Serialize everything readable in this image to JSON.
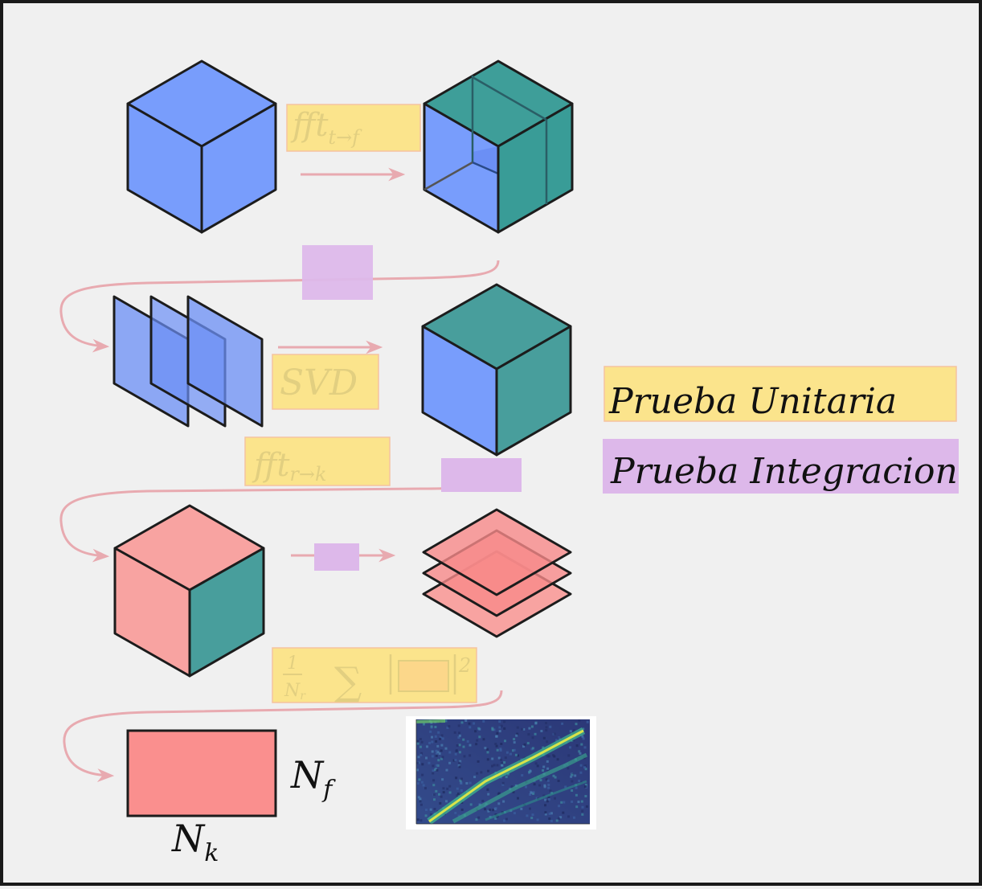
{
  "labels": {
    "fft_t": {
      "main": "fft",
      "sub": "t→f"
    },
    "svd": "SVD",
    "fft_r": {
      "main": "fft",
      "sub": "r→k"
    },
    "avg": {
      "num": "1",
      "den_main": "N",
      "den_sub": "r",
      "sum": "∑",
      "exp": "2"
    },
    "nf": {
      "main": "N",
      "sub": "f"
    },
    "nk": {
      "main": "N",
      "sub": "k"
    }
  },
  "legend": {
    "unit": "Prueba Unitaria",
    "integration": "Prueba Integracion"
  },
  "colors": {
    "blue": "#789dfc",
    "teal": "#489e9c",
    "pink": "#f8a3a1",
    "yellow": "#fbe48c",
    "purple": "#ddb8ea",
    "arrow": "#e8aab0",
    "stroke": "#1c1c1c"
  },
  "icons": [
    "cube",
    "cube-split",
    "slices-stack",
    "layers-stack",
    "heatmap-thumbnail"
  ]
}
